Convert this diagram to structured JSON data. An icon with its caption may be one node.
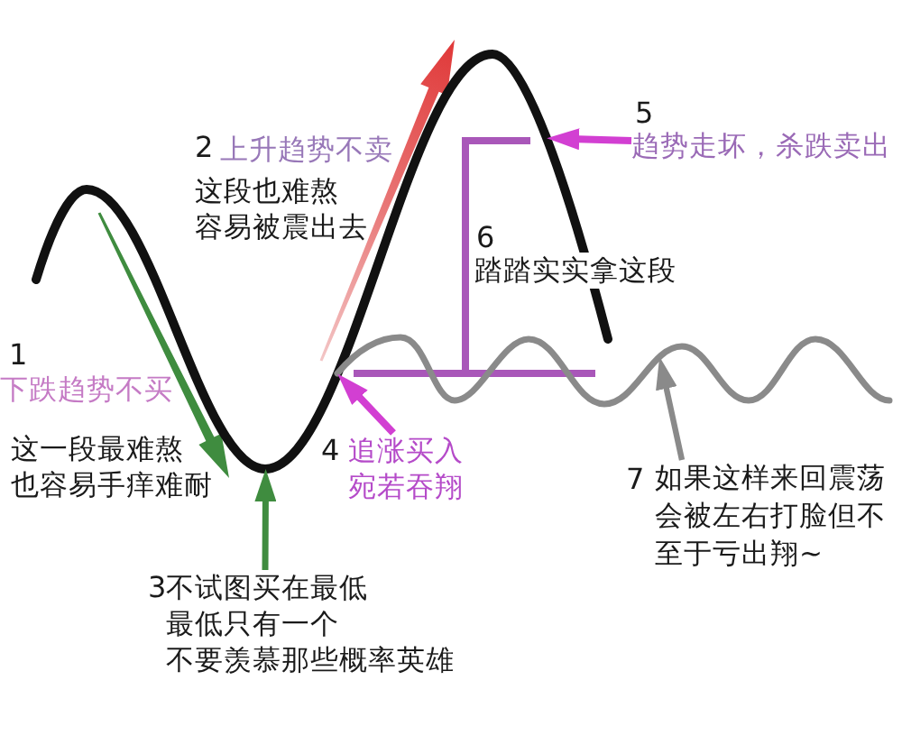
{
  "diagram": {
    "nodes": [
      {
        "text": [],
        "shape": "curve"
      },
      {
        "text": [],
        "shape": "curve"
      },
      {
        "text": [
          "3",
          "不试图买在最低",
          "最低只有一个",
          "不要羡慕那些概率英雄"
        ]
      },
      {
        "text": [
          "4",
          "追涨买入",
          "宛若吞翔"
        ]
      },
      {
        "text": [
          "5",
          "趋势走坏，杀跌卖出"
        ]
      },
      {
        "text": [
          "7",
          "如果这样来回震荡会被左右打脸但不至于亏出翔~"
        ]
      }
    ],
    "edges": [
      {
        "from": 2,
        "to": 0,
        "arrow": "to",
        "color": "#3f8c3f"
      },
      {
        "from": 3,
        "to": 0,
        "arrow": "to"
      },
      {
        "from": 4,
        "to": 0,
        "arrow": "to"
      },
      {
        "from": 5,
        "to": 1,
        "arrow": "to",
        "color": "#8a8a8a"
      }
    ],
    "labels": [
      "1",
      "下跌趋势不买",
      "这一段最难熬",
      "也容易手痒难耐",
      "2",
      "上升趋势不卖",
      "这段也难熬",
      "容易被震出去",
      "6",
      "踏踏实实拿这段"
    ]
  }
}
